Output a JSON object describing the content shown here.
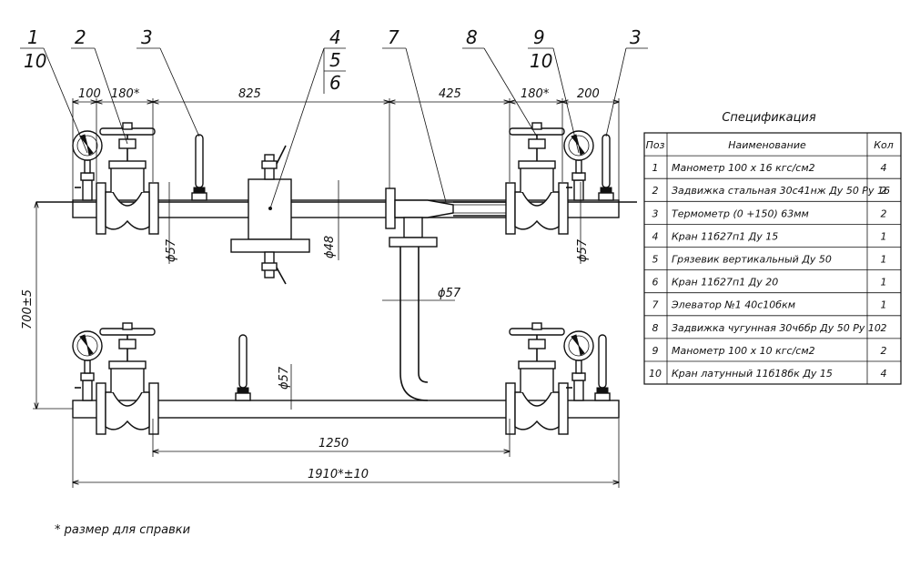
{
  "positions": {
    "p1": "1",
    "p10a": "10",
    "p2": "2",
    "p3a": "3",
    "p4": "4",
    "p5": "5",
    "p6": "6",
    "p7": "7",
    "p8": "8",
    "p9": "9",
    "p10b": "10",
    "p3b": "3"
  },
  "dimensions": {
    "d100": "100",
    "d180a": "180*",
    "d825": "825",
    "d425": "425",
    "d180b": "180*",
    "d200": "200",
    "dia57a": "ϕ57",
    "dia48": "ϕ48",
    "dia57b": "ϕ57",
    "dia57c": "ϕ57",
    "dia57d": "ϕ57",
    "d700": "700±5",
    "d1250": "1250",
    "d1910": "1910*±10"
  },
  "footnote": "* размер для справки",
  "spec": {
    "title": "Спецификация",
    "headers": [
      "Поз",
      "Наименование",
      "Кол"
    ],
    "rows": [
      [
        "1",
        "Манометр 100 х 16 кгс/см2",
        "4"
      ],
      [
        "2",
        "Задвижка стальная 30с41нж Ду 50 Ру 16",
        "2"
      ],
      [
        "3",
        "Термометр (0 +150) 63мм",
        "2"
      ],
      [
        "4",
        "Кран 11б27п1 Ду 15",
        "1"
      ],
      [
        "5",
        "Грязевик вертикальный Ду 50",
        "1"
      ],
      [
        "6",
        "Кран 11б27п1 Ду 20",
        "1"
      ],
      [
        "7",
        "Элеватор №1 40с10бкм",
        "1"
      ],
      [
        "8",
        "Задвижка чугунная 30ч6бр Ду 50 Ру 10",
        "2"
      ],
      [
        "9",
        "Манометр 100 х 10 кгс/см2",
        "2"
      ],
      [
        "10",
        "Кран латунный 11б18бк Ду 15",
        "4"
      ]
    ]
  }
}
